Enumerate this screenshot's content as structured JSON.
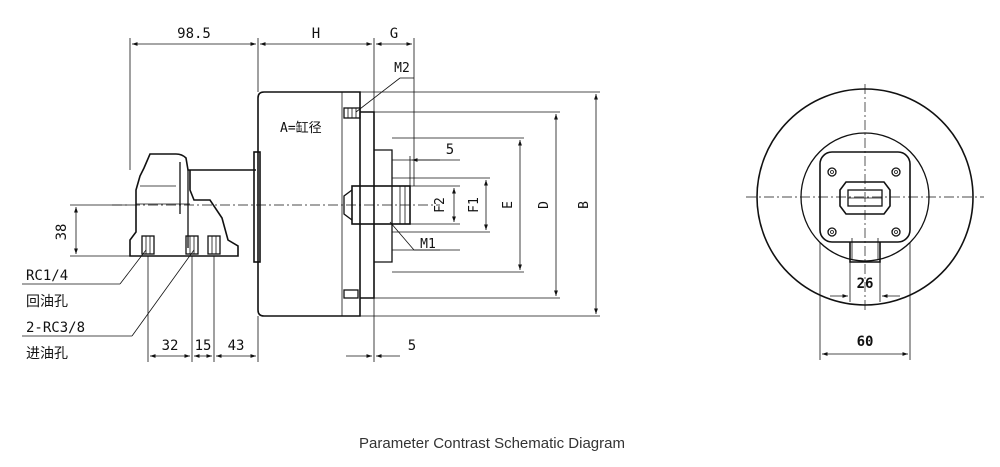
{
  "caption": "Parameter Contrast Schematic Diagram",
  "labels": {
    "dim_98_5": "98.5",
    "dim_H": "H",
    "dim_G": "G",
    "dim_M2": "M2",
    "dim_M1": "M1",
    "dim_5_top": "5",
    "dim_5_bottom": "5",
    "dim_F2": "F2",
    "dim_F1": "F1",
    "dim_E": "E",
    "dim_D": "D",
    "dim_B": "B",
    "dim_38": "38",
    "dim_32": "32",
    "dim_15": "15",
    "dim_43": "43",
    "port_return": "RC1/4",
    "port_return_cn": "回油孔",
    "port_inlet": "2-RC3/8",
    "port_inlet_cn": "进油孔",
    "bore_note": "A=缸径",
    "dim_26": "26",
    "dim_60": "60"
  }
}
